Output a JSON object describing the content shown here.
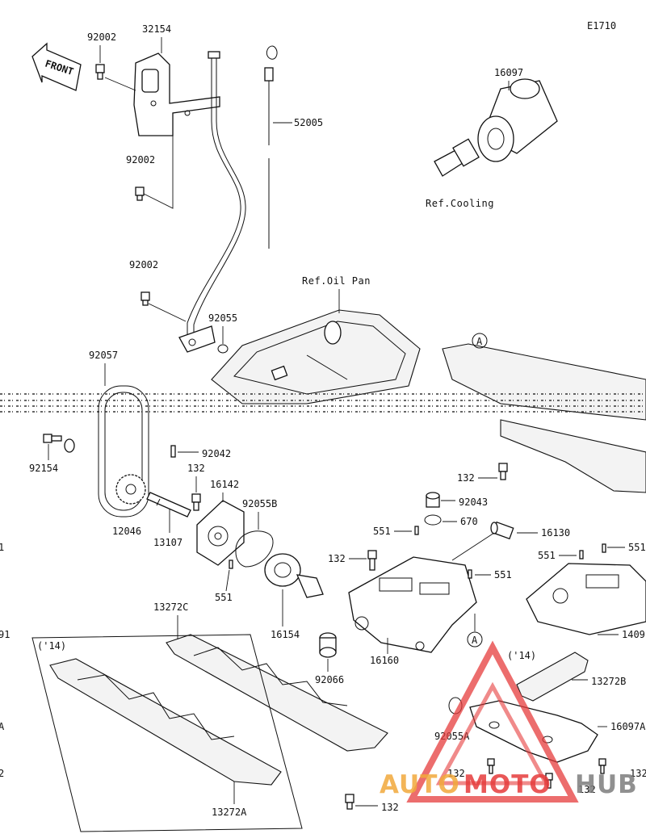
{
  "diagram_code": "E1710",
  "front_label": "FRONT",
  "refs": {
    "cooling": "Ref.Cooling",
    "oil_pan": "Ref.Oil Pan"
  },
  "year_notes": {
    "left": "('14)",
    "right": "('14)"
  },
  "callout_a": "A",
  "watermark": {
    "part1": "AUTO",
    "part2": "MOTO",
    "part3": "HUB",
    "color_orange": "#f2a93b",
    "color_red": "#e63c3c",
    "color_gray": "#7d7d7d"
  },
  "labels": {
    "p32154": "32154",
    "p92002_a": "92002",
    "p92002_b": "92002",
    "p92002_c": "92002",
    "p52005": "52005",
    "p16097": "16097",
    "p92055": "92055",
    "p92057": "92057",
    "p92154": "92154",
    "p92042": "92042",
    "p132_a": "132",
    "p16142": "16142",
    "p92055b": "92055B",
    "p12046": "12046",
    "p13107": "13107",
    "p551_a": "551",
    "p16154": "16154",
    "p13272c": "13272C",
    "p92066": "92066",
    "p16160": "16160",
    "p92043": "92043",
    "p670": "670",
    "p551_b": "551",
    "p16130": "16130",
    "p132_b": "132",
    "p551_c": "551",
    "p132_c": "132",
    "p551_d": "551",
    "p551_e": "551",
    "p1409": "1409",
    "p13272b": "13272B",
    "p92055a": "92055A",
    "p16097a": "16097A",
    "p132_d": "132",
    "p132_e": "132",
    "p132_f": "132",
    "p132_g": "132",
    "p13272a": "13272A",
    "edge_1": "1",
    "edge_91": "91",
    "edge_a": "A",
    "edge_2": "2"
  }
}
